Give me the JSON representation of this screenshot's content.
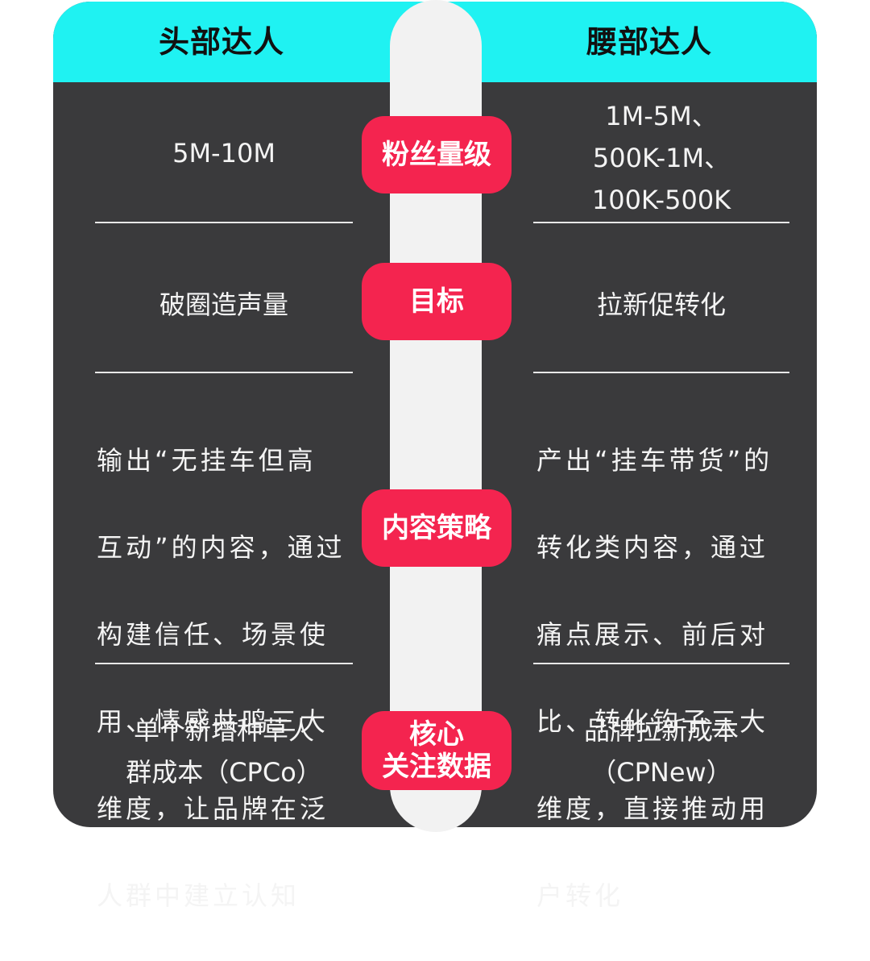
{
  "header": {
    "left_title": "头部达人",
    "right_title": "腰部达人"
  },
  "rows": [
    {
      "label": "粉丝量级",
      "left": "5M-10M",
      "right_lines": [
        "1M-5M、",
        "500K-1M、",
        "100K-500K"
      ]
    },
    {
      "label": "目标",
      "left": "破圈造声量",
      "right": "拉新促转化"
    },
    {
      "label": "内容策略",
      "left_lines": [
        "输出“无挂车但高",
        "互动”的内容，通过",
        "构建信任、场景使",
        "用、情感共鸣三大",
        "维度，让品牌在泛",
        "人群中建立认知"
      ],
      "right_lines": [
        "产出“挂车带货”的",
        "转化类内容，通过",
        "痛点展示、前后对",
        "比、转化钩子三大",
        "维度，直接推动用",
        "户转化"
      ]
    },
    {
      "label_lines": [
        "核心",
        "关注数据"
      ],
      "left_lines": [
        "单个新增种草人",
        "群成本（CPCo）"
      ],
      "right_lines": [
        "品牌拉新成本",
        "（CPNew）"
      ]
    }
  ],
  "colors": {
    "header_band": "#1ff2f2",
    "card_bg": "#3a3a3c",
    "pill": "#f4244f",
    "spine": "#f2f2f2"
  }
}
